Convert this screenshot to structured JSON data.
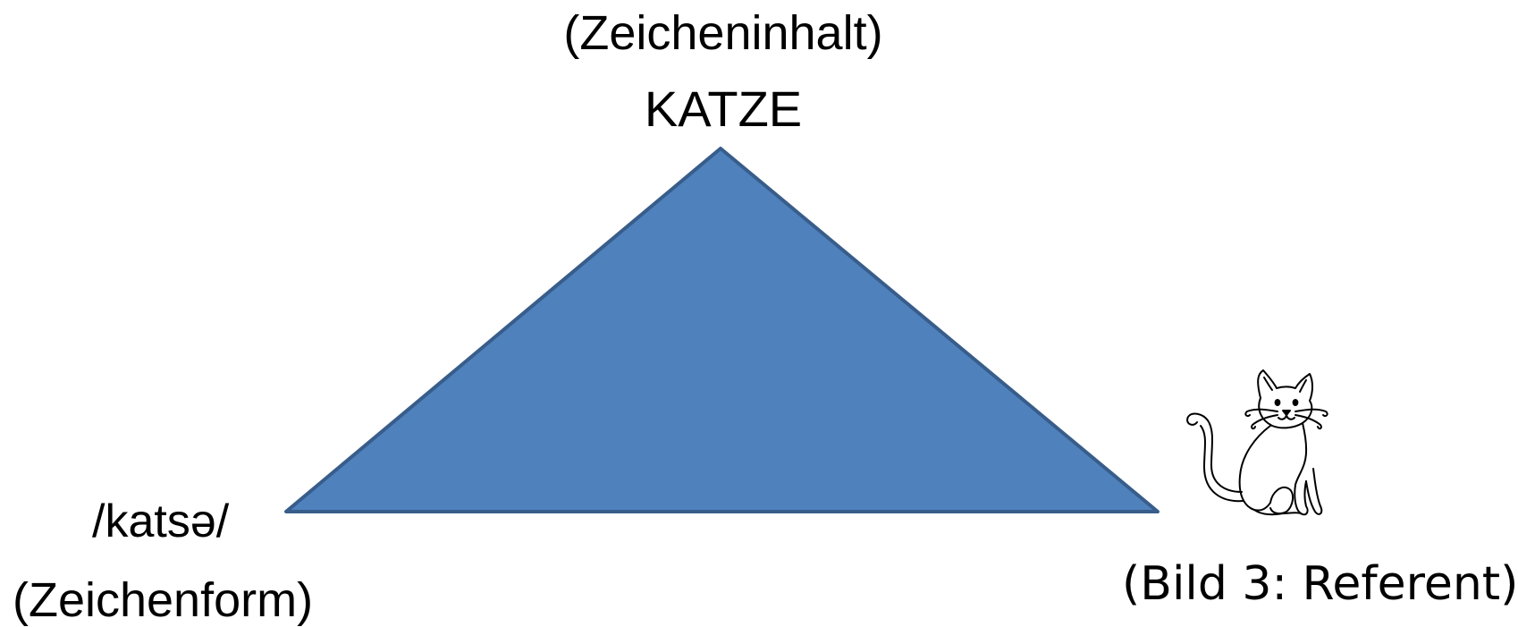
{
  "diagram": {
    "content_label": "(Zeicheninhalt)",
    "concept_word": "KATZE",
    "phonetic_form": "/katsə/",
    "form_label": "(Zeichenform)",
    "referent_label": "(Bild 3: Referent)",
    "triangle_fill": "#4f81bd",
    "triangle_stroke": "#385d8a",
    "referent_icon": "cat-drawing-icon"
  }
}
